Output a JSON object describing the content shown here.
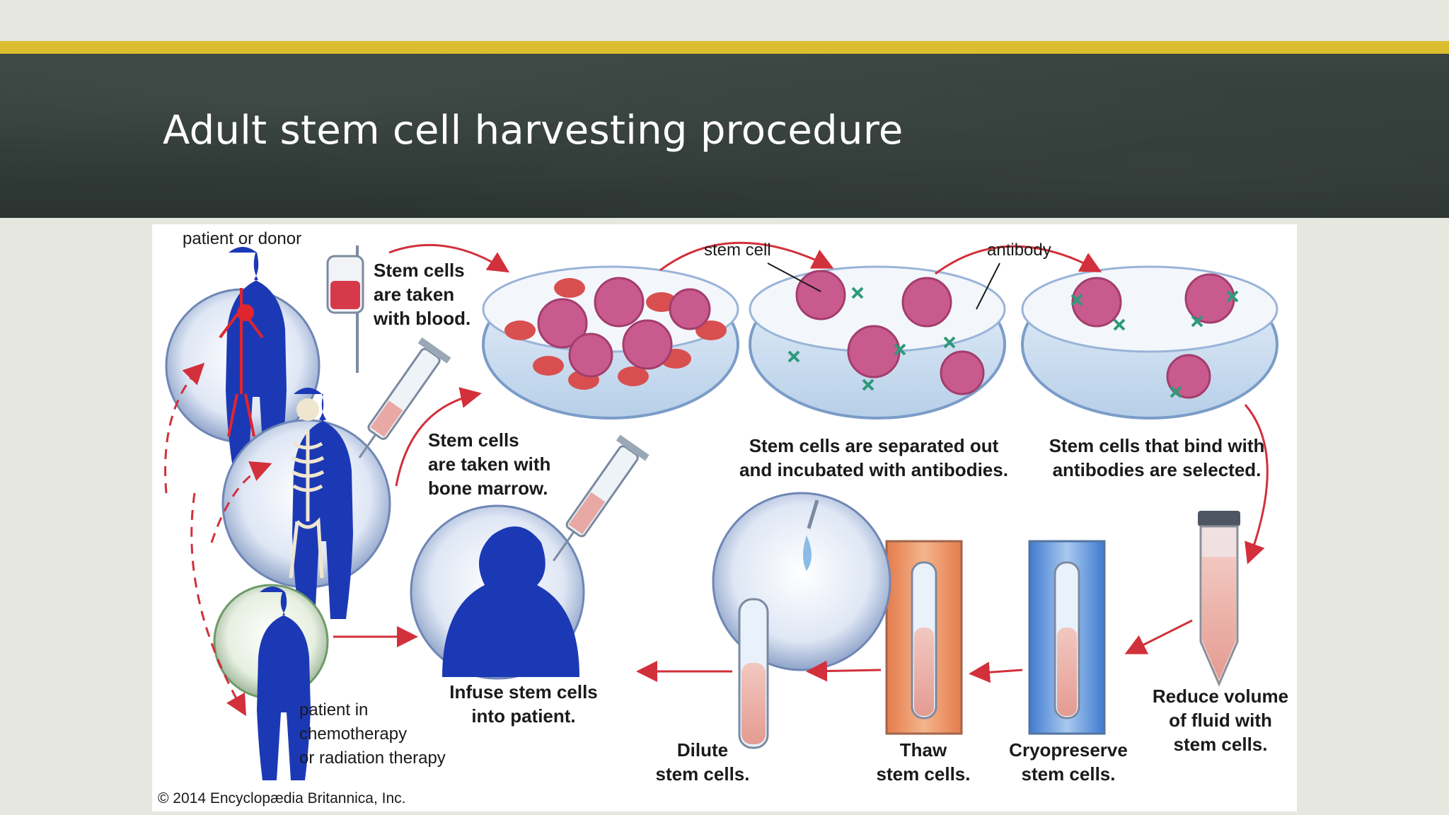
{
  "slide": {
    "title": "Adult stem cell harvesting procedure"
  },
  "figure": {
    "patient_or_donor": "patient or donor",
    "stem_cell": "stem cell",
    "antibody": "antibody",
    "taken_blood": [
      "Stem cells",
      "are taken",
      "with blood."
    ],
    "taken_marrow": [
      "Stem cells",
      "are taken with",
      "bone marrow."
    ],
    "separated": [
      "Stem cells are separated out",
      "and incubated with antibodies."
    ],
    "selected": [
      "Stem cells that bind with",
      "antibodies are selected."
    ],
    "reduce": [
      "Reduce volume",
      "of fluid with",
      "stem cells."
    ],
    "cryopreserve": [
      "Cryopreserve",
      "stem cells."
    ],
    "thaw": [
      "Thaw",
      "stem cells."
    ],
    "dilute": [
      "Dilute",
      "stem cells."
    ],
    "infuse": [
      "Infuse stem cells",
      "into patient."
    ],
    "patient_therapy": [
      "patient in",
      "chemotherapy",
      "or radiation therapy"
    ],
    "copyright": "© 2014 Encyclopædia Britannica, Inc."
  },
  "colors": {
    "accent_bar": "#dcbd2f",
    "title_band": "#2f3935",
    "arrow_red": "#d2303b",
    "body_blue": "#1c39b5",
    "cell_pink": "#c95a8e",
    "antibody_green": "#2d9a7a"
  }
}
